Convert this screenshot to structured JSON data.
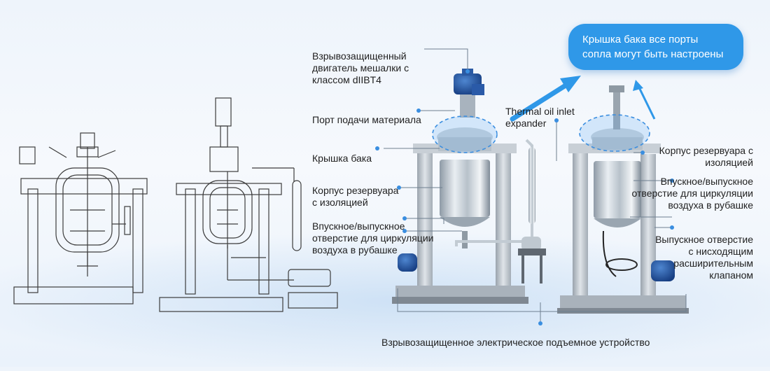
{
  "callout": {
    "line1": "Крышка бака все порты",
    "line2": "сопла могут быть настроены"
  },
  "labels": {
    "motor": [
      "Взрывозащищенный",
      "двигатель мешалки с",
      "классом dIIBT4"
    ],
    "feed_port": "Порт подачи материала",
    "tank_lid": "Крышка бака",
    "tank_body_left": [
      "Корпус резервуара",
      "с изоляцией"
    ],
    "jacket_ports_left": [
      "Впускное/выпускное",
      "отверстие для циркуляции",
      "воздуха в рубашке"
    ],
    "thermal_oil": [
      "Thermal oil inlet",
      "expander"
    ],
    "tank_body_right": [
      "Корпус резервуара с",
      "изоляцией"
    ],
    "jacket_ports_right": [
      "Впускное/выпускное",
      "отверстие для циркуляции",
      "воздуха в рубашке"
    ],
    "outlet": [
      "Выпускное отверстие",
      "с нисходящим",
      "расширительным",
      "клапаном"
    ],
    "lift": "Взрывозащищенное электрическое подъемное устройство"
  },
  "colors": {
    "accent": "#2f98e8",
    "leader": "#6e7f90",
    "leader_dot": "#3a8ee0"
  }
}
